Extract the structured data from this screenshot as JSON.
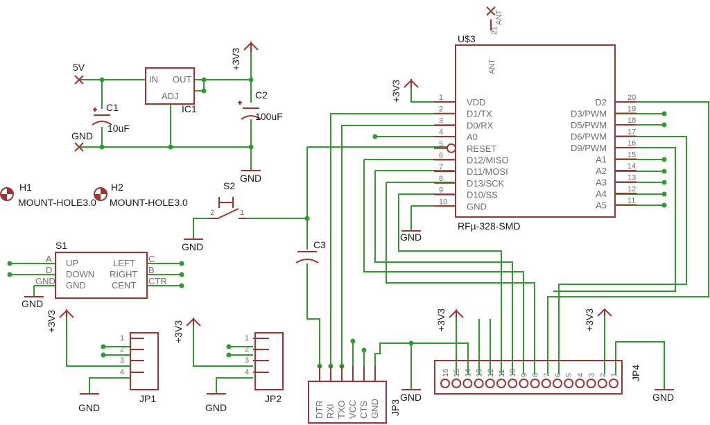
{
  "parts": {
    "reg": {
      "in": "IN",
      "out": "OUT",
      "adj": "ADJ",
      "name": "IC1"
    },
    "c1": {
      "name": "C1",
      "value": "10uF"
    },
    "c2": {
      "name": "C2",
      "value": "100uF"
    },
    "c3": {
      "name": "C3"
    },
    "h1": {
      "name": "H1",
      "value": "MOUNT-HOLE3.0"
    },
    "h2": {
      "name": "H2",
      "value": "MOUNT-HOLE3.0"
    },
    "s2": {
      "name": "S2",
      "pin1": "1",
      "pin2": "2"
    },
    "s1": {
      "name": "S1",
      "a": "A",
      "d": "D",
      "gnd": "GND",
      "c": "C",
      "b": "B",
      "ctr": "CTR",
      "up": "UP",
      "down": "DOWN",
      "left": "LEFT",
      "right": "RIGHT",
      "cent": "CENT"
    },
    "jp1": {
      "name": "JP1",
      "pins": [
        "1",
        "2",
        "3",
        "4"
      ]
    },
    "jp2": {
      "name": "JP2",
      "pins": [
        "1",
        "2",
        "3",
        "4"
      ]
    },
    "jp3": {
      "name": "JP3",
      "pins": [
        "DTR",
        "RXI",
        "TXO",
        "VCC",
        "CTS",
        "GND"
      ]
    },
    "jp4": {
      "name": "JP4",
      "pins": [
        "16",
        "15",
        "14",
        "13",
        "12",
        "11",
        "10",
        "9",
        "8",
        "7",
        "6",
        "5",
        "4",
        "3",
        "2",
        "1"
      ]
    }
  },
  "nets": {
    "v5": "5V",
    "gnd": "GND",
    "v33": "+3V3",
    "ant": "ANT"
  },
  "mcu": {
    "name": "U$3",
    "value": "RFµ-328-SMD",
    "ant_label": "ANT",
    "ant_pin": "21",
    "left_pins": [
      {
        "num": "1",
        "name": "VDD"
      },
      {
        "num": "2",
        "name": "D1/TX"
      },
      {
        "num": "3",
        "name": "D0/RX"
      },
      {
        "num": "4",
        "name": "A0"
      },
      {
        "num": "5",
        "name": "RESET"
      },
      {
        "num": "6",
        "name": "D12/MISO"
      },
      {
        "num": "7",
        "name": "D11/MOSI"
      },
      {
        "num": "8",
        "name": "D13/SCK"
      },
      {
        "num": "9",
        "name": "D10/SS"
      },
      {
        "num": "10",
        "name": "GND"
      }
    ],
    "right_pins": [
      {
        "num": "20",
        "name": "D2"
      },
      {
        "num": "19",
        "name": "D3/PWM"
      },
      {
        "num": "18",
        "name": "D5/PWM"
      },
      {
        "num": "17",
        "name": "D6/PWM"
      },
      {
        "num": "16",
        "name": "D9/PWM"
      },
      {
        "num": "15",
        "name": "A1"
      },
      {
        "num": "14",
        "name": "A2"
      },
      {
        "num": "13",
        "name": "A3"
      },
      {
        "num": "12",
        "name": "A4"
      },
      {
        "num": "11",
        "name": "A5"
      }
    ]
  }
}
